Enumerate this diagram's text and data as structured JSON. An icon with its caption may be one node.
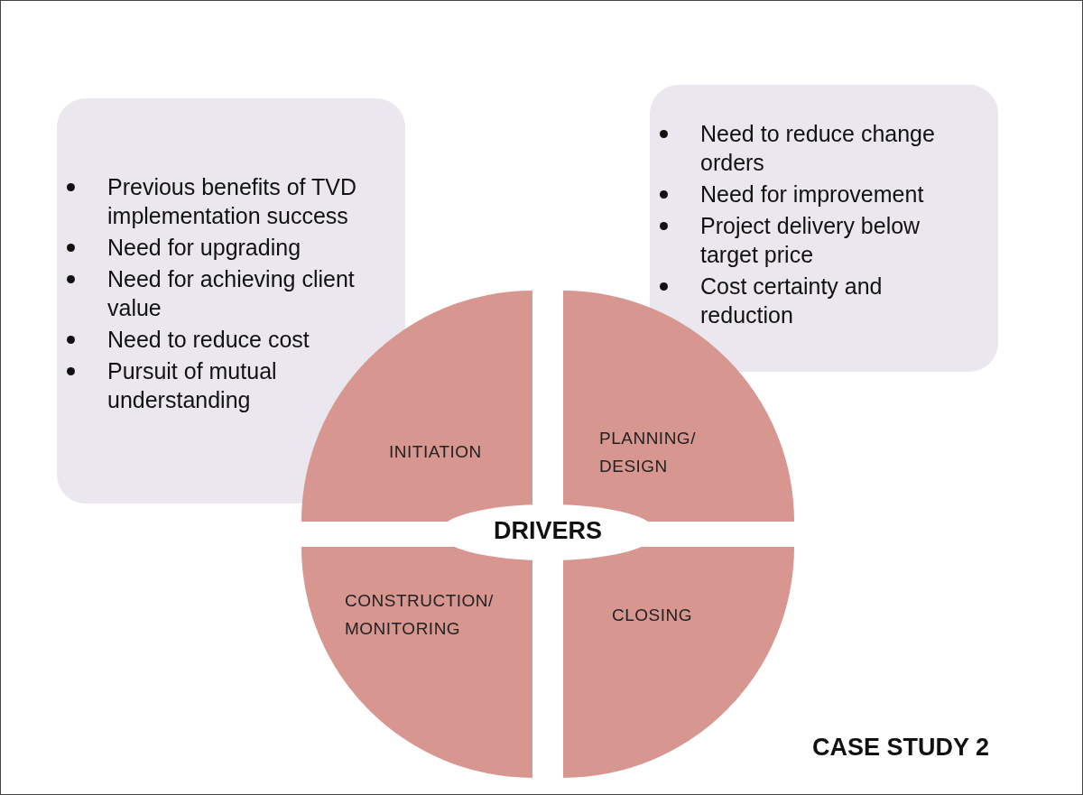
{
  "diagram": {
    "nodes": [
      {
        "text": [
          "Previous benefits of TVD implementation success",
          "Need for upgrading",
          "Need for achieving client value",
          "Need to reduce cost",
          "Pursuit of mutual understanding"
        ]
      },
      {
        "text": [
          "Need to reduce change orders",
          "Need for improvement",
          "Project delivery below target price",
          "Cost certainty and reduction"
        ]
      },
      {
        "text": [
          "INITIATION"
        ]
      },
      {
        "text": [
          "PLANNING/ DESIGN"
        ]
      },
      {
        "text": [
          "CONSTRUCTION/ MONITORING"
        ]
      },
      {
        "text": [
          "CLOSING"
        ]
      },
      {
        "text": [
          "DRIVERS"
        ]
      }
    ],
    "edges": [],
    "labels": [
      "CASE STUDY 2"
    ]
  }
}
